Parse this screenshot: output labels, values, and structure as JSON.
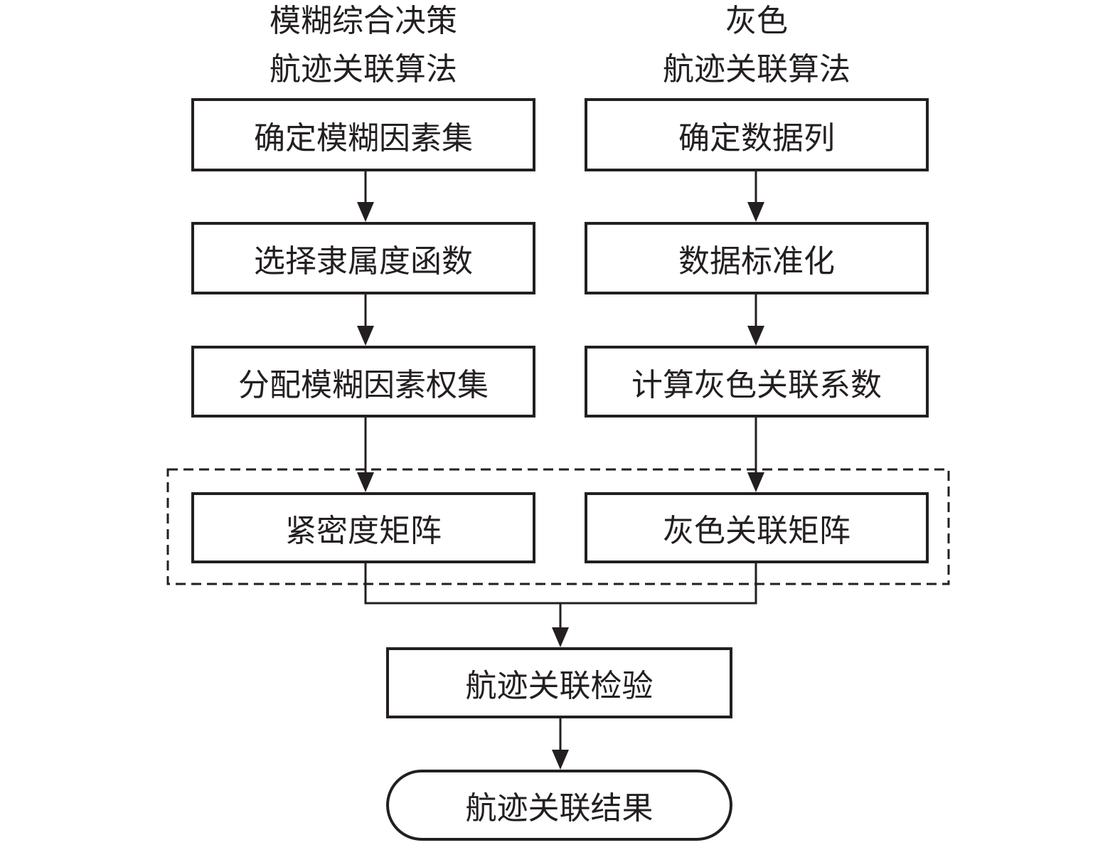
{
  "left_column": {
    "heading_line1": "模糊综合决策",
    "heading_line2": "航迹关联算法",
    "steps": [
      "确定模糊因素集",
      "选择隶属度函数",
      "分配模糊因素权集"
    ],
    "matrix": "紧密度矩阵"
  },
  "right_column": {
    "heading_line1": "灰色",
    "heading_line2": "航迹关联算法",
    "steps": [
      "确定数据列",
      "数据标准化",
      "计算灰色关联系数"
    ],
    "matrix": "灰色关联矩阵"
  },
  "check_step": "航迹关联检验",
  "result": "航迹关联结果",
  "colors": {
    "stroke": "#231f20",
    "background": "#ffffff"
  }
}
